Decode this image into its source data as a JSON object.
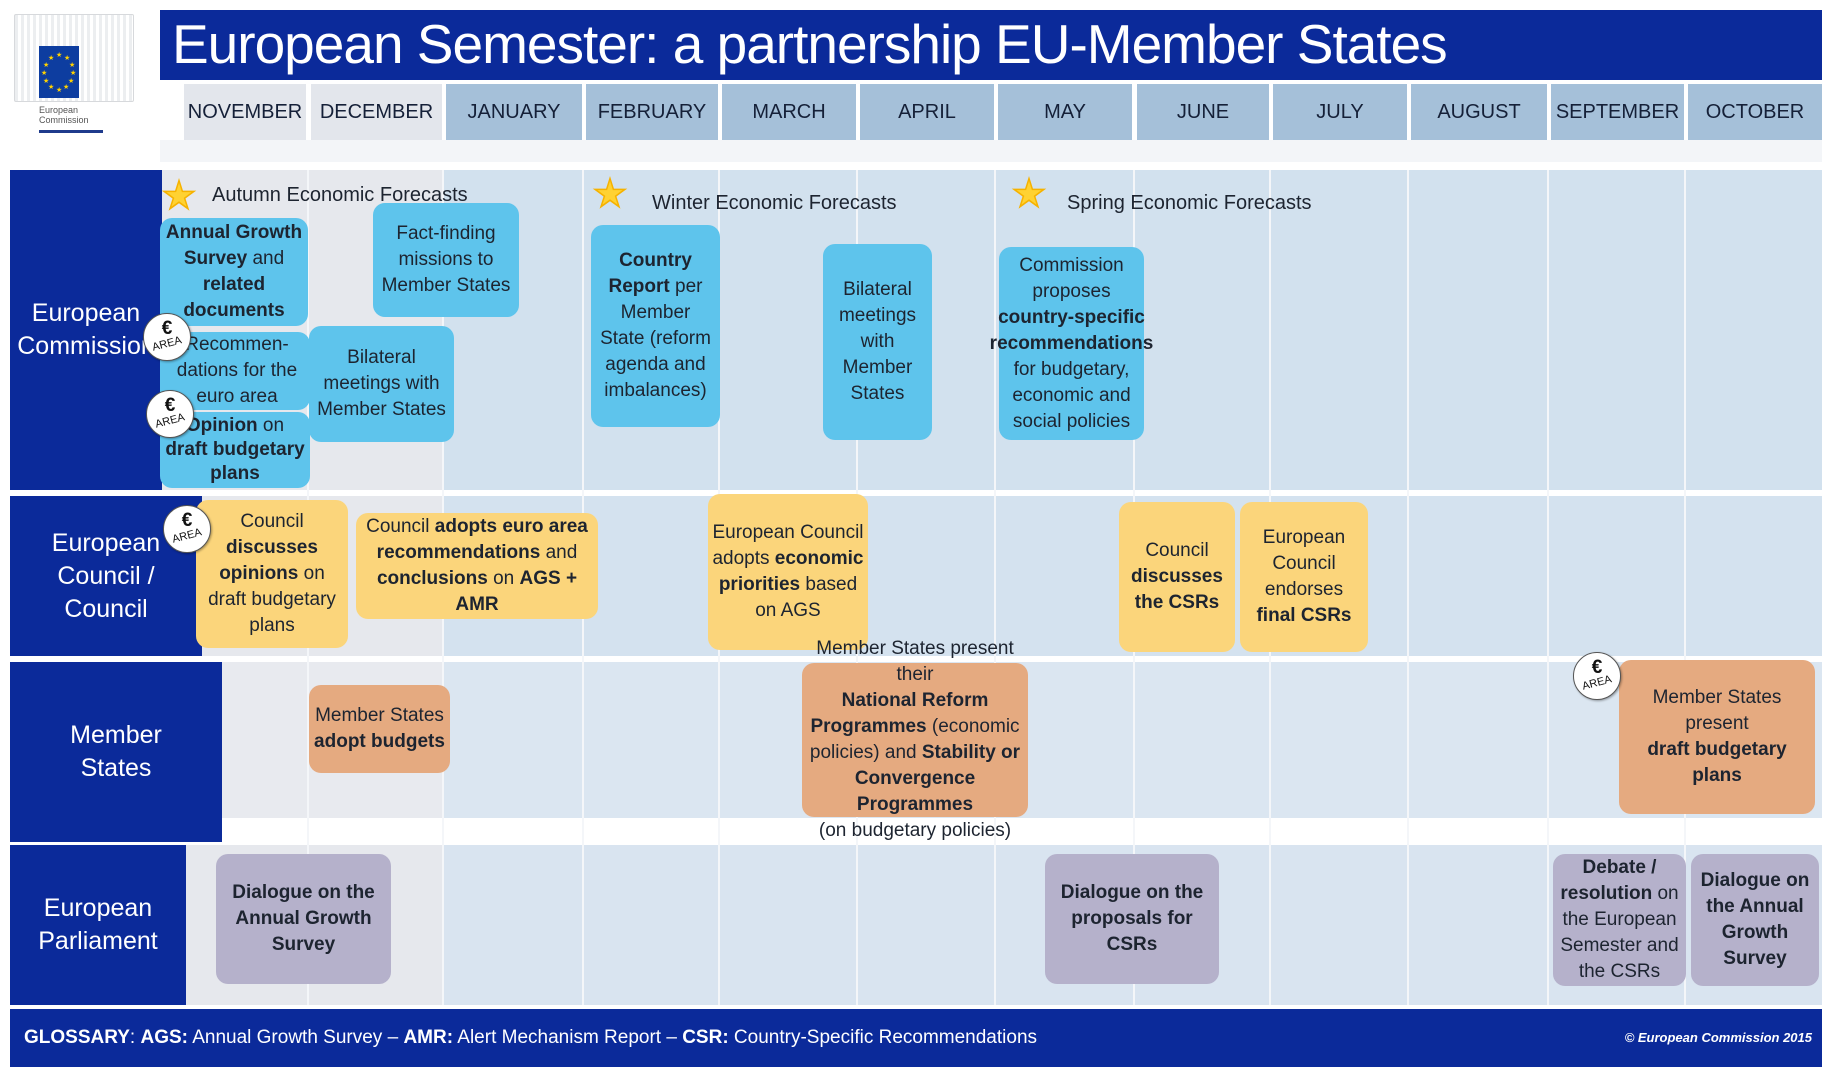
{
  "title": "European Semester: a partnership EU-Member States",
  "logo": {
    "text_line1": "European",
    "text_line2": "Commission"
  },
  "months": [
    "NOVEMBER",
    "DECEMBER",
    "JANUARY",
    "FEBRUARY",
    "MARCH",
    "APRIL",
    "MAY",
    "JUNE",
    "JULY",
    "AUGUST",
    "SEPTEMBER",
    "OCTOBER"
  ],
  "rows": {
    "commission": "European Commission",
    "council": "European Council / Council",
    "member_states": "Member States",
    "parliament": "European Parliament"
  },
  "forecasts": {
    "autumn": "Autumn Economic Forecasts",
    "winter": "Winter Economic Forecasts",
    "spring": "Spring Economic Forecasts"
  },
  "euro_badge": {
    "symbol": "€",
    "label": "AREA"
  },
  "commission_boxes": {
    "ags": [
      {
        "b": "Annual Growth"
      },
      {
        "t": "\n"
      },
      {
        "b": "Survey"
      },
      {
        "t": " and\n"
      },
      {
        "b": "related"
      },
      {
        "t": "\n"
      },
      {
        "b": "documents"
      }
    ],
    "recommendations": [
      {
        "t": "Recommen-\ndations for the\neuro area"
      }
    ],
    "opinion": [
      {
        "b": "Opinion"
      },
      {
        "t": " on\n"
      },
      {
        "b": "draft budgetary\nplans"
      }
    ],
    "fact_finding": [
      {
        "t": "Fact-finding\nmissions to\nMember States"
      }
    ],
    "bilateral_dec": [
      {
        "t": "Bilateral\nmeetings with\nMember States"
      }
    ],
    "country_report": [
      {
        "b": "Country\nReport"
      },
      {
        "t": " per\nMember\nState (reform\nagenda and\nimbalances)"
      }
    ],
    "bilateral_apr": [
      {
        "t": "Bilateral\nmeetings\nwith\nMember\nStates"
      }
    ],
    "csr_proposal": [
      {
        "t": "Commission\nproposes\n"
      },
      {
        "b": "country-specific\nrecommendations"
      },
      {
        "t": "\nfor budgetary,\neconomic and\nsocial policies"
      }
    ]
  },
  "council_boxes": {
    "discusses_opinions": [
      {
        "t": "Council\n"
      },
      {
        "b": "discusses\nopinions"
      },
      {
        "t": " on\ndraft budgetary\nplans"
      }
    ],
    "adopts_euro": [
      {
        "t": "Council "
      },
      {
        "b": "adopts euro area\nrecommendations"
      },
      {
        "t": " and\n"
      },
      {
        "b": "conclusions"
      },
      {
        "t": " on "
      },
      {
        "b": "AGS + AMR"
      }
    ],
    "priorities": [
      {
        "t": "European Council\nadopts "
      },
      {
        "b": "economic\npriorities"
      },
      {
        "t": " based\non AGS"
      }
    ],
    "discusses_csrs": [
      {
        "t": "Council\n"
      },
      {
        "b": "discusses\nthe CSRs"
      }
    ],
    "endorses": [
      {
        "t": "European\nCouncil\nendorses\n"
      },
      {
        "b": "final CSRs"
      }
    ]
  },
  "member_boxes": {
    "adopt_budgets": [
      {
        "t": "Member States\n"
      },
      {
        "b": "adopt budgets"
      }
    ],
    "nrp": [
      {
        "t": "Member States present their\n"
      },
      {
        "b": "National Reform\nProgrammes"
      },
      {
        "t": " (economic\npolicies) and "
      },
      {
        "b": "Stability or\nConvergence Programmes"
      },
      {
        "t": "\n(on budgetary policies)"
      }
    ],
    "draft_plans": [
      {
        "t": "Member States present\n"
      },
      {
        "b": "draft budgetary plans"
      }
    ]
  },
  "parliament_boxes": {
    "dialogue_ags": [
      {
        "b": "Dialogue on the\nAnnual Growth\nSurvey"
      }
    ],
    "dialogue_csrs": [
      {
        "b": "Dialogue on the\nproposals for\nCSRs"
      }
    ],
    "debate": [
      {
        "b": "Debate /\nresolution"
      },
      {
        "t": " on\nthe European\nSemester and\nthe CSRs"
      }
    ],
    "dialogue_ags_oct": [
      {
        "b": "Dialogue on\nthe Annual\nGrowth\nSurvey"
      }
    ]
  },
  "glossary": [
    {
      "b": "GLOSSARY"
    },
    {
      "t": ": "
    },
    {
      "b": "AGS:"
    },
    {
      "t": " Annual Growth Survey – "
    },
    {
      "b": "AMR:"
    },
    {
      "t": " Alert Mechanism Report – "
    },
    {
      "b": "CSR:"
    },
    {
      "t": " Country-Specific Recommendations"
    }
  ],
  "copyright": "© European Commission 2015",
  "colors": {
    "header_blue": "#0b2a9a",
    "commission_box": "#5ec4ec",
    "council_box": "#fbd57b",
    "member_box": "#e5aa80",
    "parliament_box": "#b5b1cb"
  }
}
